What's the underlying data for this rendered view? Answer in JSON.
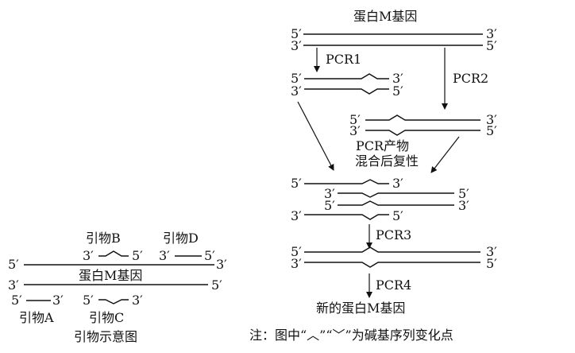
{
  "left_panel": {
    "gene_label": "蛋白M基因",
    "primer_b": "引物B",
    "primer_d": "引物D",
    "primer_a": "引物A",
    "primer_c": "引物C",
    "caption": "引物示意图"
  },
  "right_panel": {
    "gene_label": "蛋白M基因",
    "pcr1": "PCR1",
    "pcr2": "PCR2",
    "pcr3": "PCR3",
    "pcr4": "PCR4",
    "mix_line1": "PCR产物",
    "mix_line2": "混合后复性",
    "new_gene": "新的蛋白M基因",
    "note": "注：图中“︿”“﹀”为碱基序列变化点"
  },
  "end_labels": {
    "five": "5′",
    "three": "3′"
  }
}
